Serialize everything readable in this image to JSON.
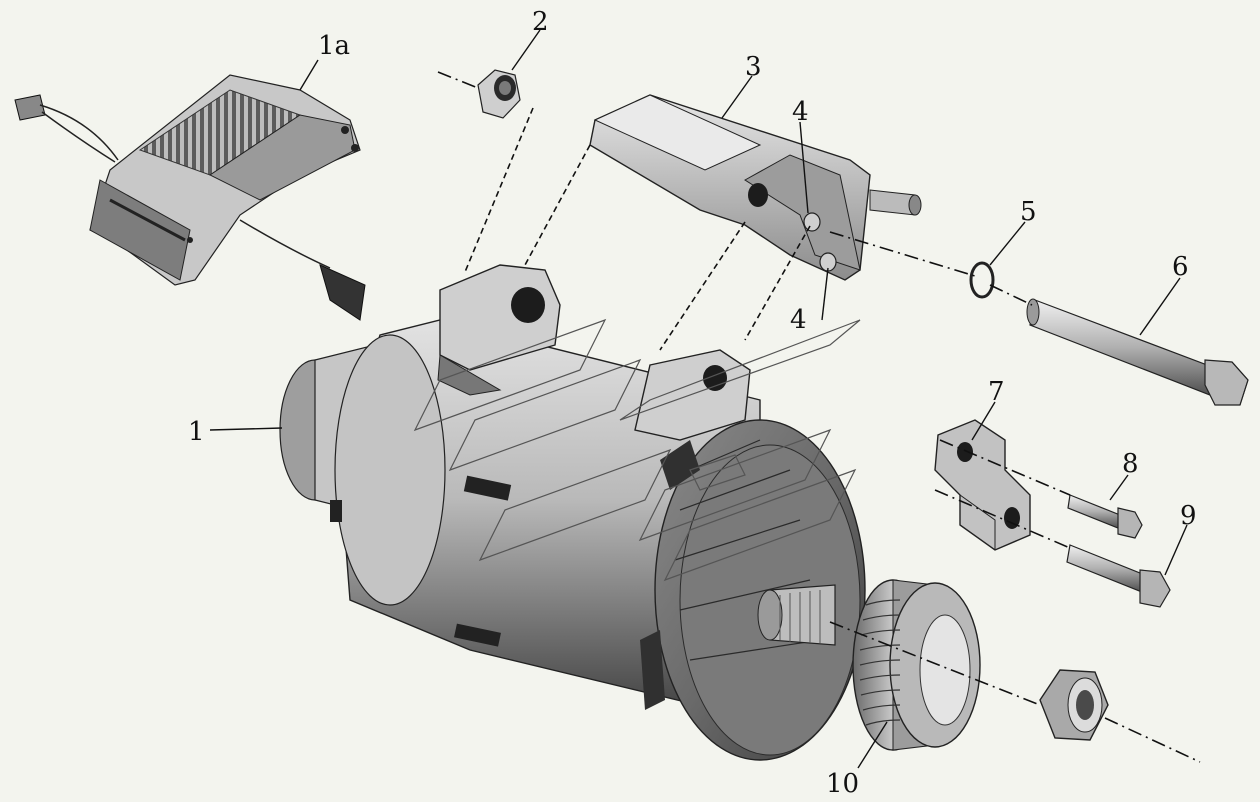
{
  "callouts": {
    "c1": "1",
    "c1a": "1a",
    "c2": "2",
    "c3": "3",
    "c4a": "4",
    "c4b": "4",
    "c5": "5",
    "c6": "6",
    "c7": "7",
    "c8": "8",
    "c9": "9",
    "c10": "10"
  },
  "colors": {
    "background": "#f3f4ee",
    "metal_light": "#d9d9d9",
    "metal_mid": "#a8a8a8",
    "metal_dark": "#4a4a4a",
    "ink": "#111111"
  }
}
